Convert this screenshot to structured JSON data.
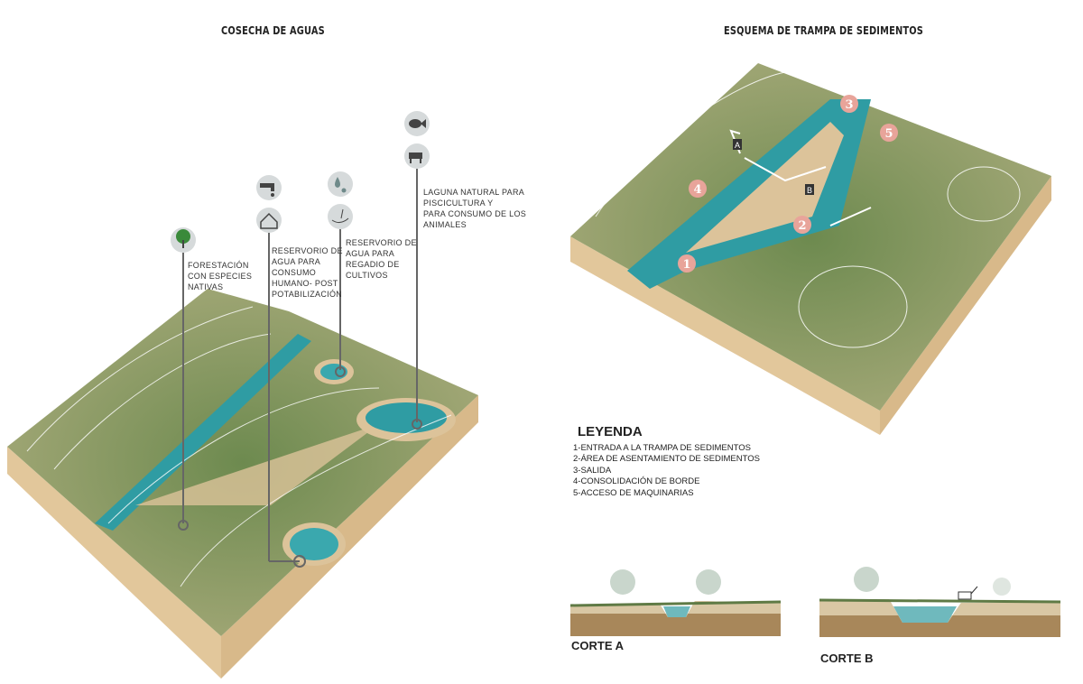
{
  "titles": {
    "left": "COSECHA DE AGUAS",
    "right": "ESQUEMA DE TRAMPA DE SEDIMENTOS"
  },
  "labels": {
    "forestacion": "FORESTACIÓN\nCON ESPECIES\nNATIVAS",
    "consumo_humano": "RESERVORIO DE\nAGUA PARA\nCONSUMO\nHUMANO- POST\nPOTABILIZACIÓN",
    "regadio": "RESERVORIO DE\nAGUA PARA\nREGADIO DE\nCULTIVOS",
    "laguna": "LAGUNA NATURAL PARA\nPISCICULTURA Y\nPARA CONSUMO DE LOS\nANIMALES"
  },
  "icons": [
    "tree-icon",
    "faucet-icon",
    "house-icon",
    "water-drops-icon",
    "hand-plant-icon",
    "fish-icon",
    "cow-icon"
  ],
  "markers": [
    "1",
    "2",
    "3",
    "4",
    "5"
  ],
  "section_marks": [
    "A",
    "B"
  ],
  "legend": {
    "title": "LEYENDA",
    "items": [
      "1-ENTRADA A LA TRAMPA DE SEDIMENTOS",
      "2-ÁREA DE ASENTAMIENTO DE SEDIMENTOS",
      "3-SALIDA",
      "4-CONSOLIDACIÓN DE BORDE",
      "5-ACCESO DE MAQUINARIAS"
    ]
  },
  "cortes": {
    "a": "CORTE A",
    "b": "CORTE B"
  },
  "colors": {
    "water": "#2f9ca3",
    "forest": "#5f7a45",
    "sand": "#dcc39a",
    "marker": "#e8a49a",
    "icon_bg": "#d6dadb"
  }
}
